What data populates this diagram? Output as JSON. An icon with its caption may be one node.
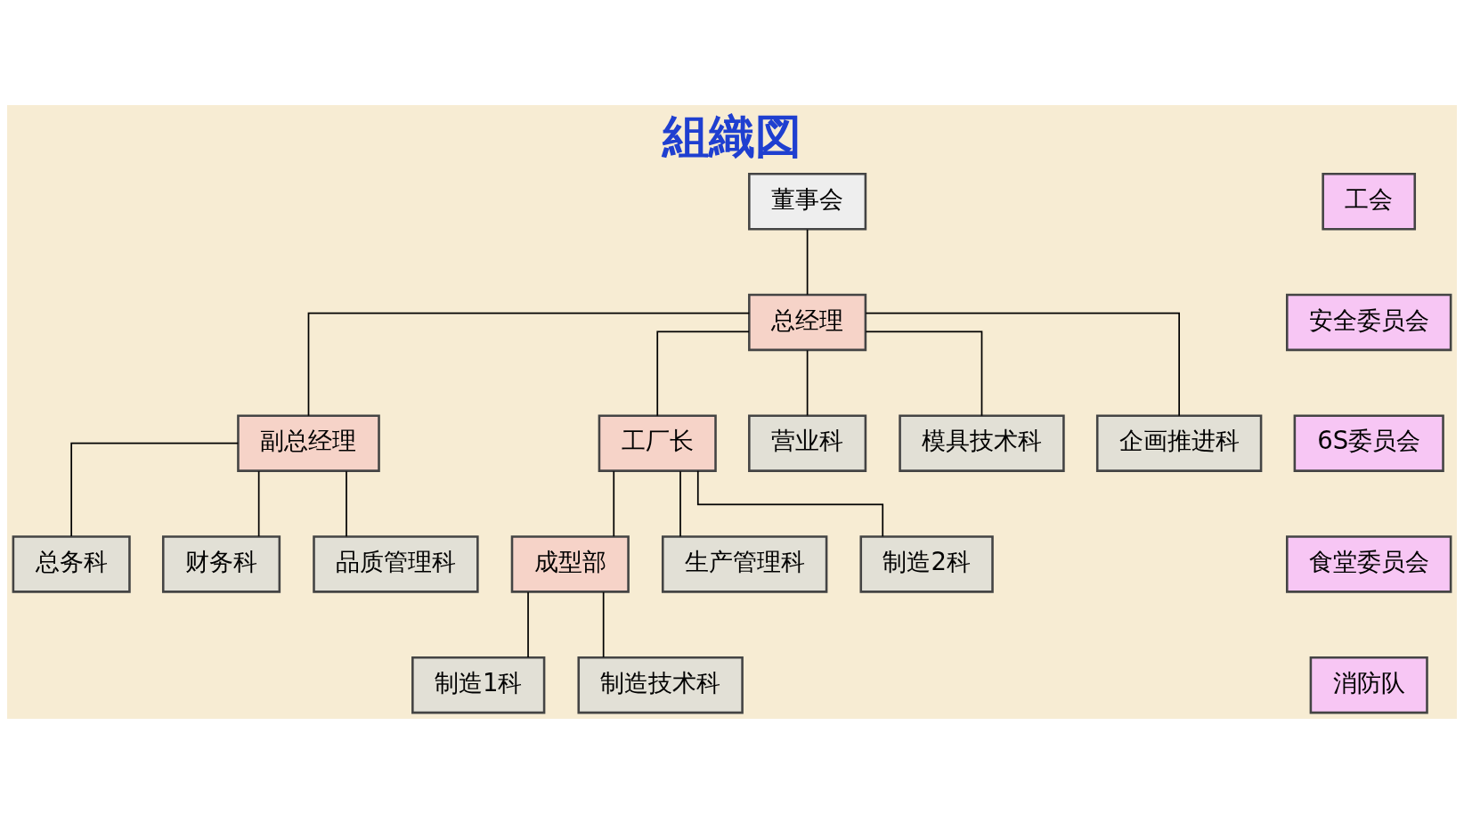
{
  "diagram": {
    "title": "組織図",
    "nodes": [
      {
        "text": [
          "董事会"
        ]
      },
      {
        "text": [
          "总经理"
        ]
      },
      {
        "text": [
          "副总经理"
        ]
      },
      {
        "text": [
          "工厂长"
        ]
      },
      {
        "text": [
          "成型部"
        ]
      },
      {
        "text": [
          "营业科"
        ]
      },
      {
        "text": [
          "模具技术科"
        ]
      },
      {
        "text": [
          "企画推进科"
        ]
      },
      {
        "text": [
          "总务科"
        ]
      },
      {
        "text": [
          "财务科"
        ]
      },
      {
        "text": [
          "品质管理科"
        ]
      },
      {
        "text": [
          "生产管理科"
        ]
      },
      {
        "text": [
          "制造2科"
        ]
      },
      {
        "text": [
          "制造1科"
        ]
      },
      {
        "text": [
          "制造技术科"
        ]
      },
      {
        "text": [
          "工会"
        ]
      },
      {
        "text": [
          "安全委员会"
        ]
      },
      {
        "text": [
          "6S委员会"
        ]
      },
      {
        "text": [
          "食堂委员会"
        ]
      },
      {
        "text": [
          "消防队"
        ]
      }
    ],
    "edges": [
      {
        "from": 0,
        "to": 1,
        "arrow": "none"
      },
      {
        "from": 1,
        "to": 5,
        "arrow": "none"
      },
      {
        "from": 1,
        "to": 6,
        "arrow": "none"
      },
      {
        "from": 1,
        "to": 7,
        "arrow": "none"
      },
      {
        "from": 1,
        "to": 2,
        "arrow": "none"
      },
      {
        "from": 1,
        "to": 3,
        "arrow": "none"
      },
      {
        "from": 2,
        "to": 8,
        "arrow": "none"
      },
      {
        "from": 2,
        "to": 9,
        "arrow": "none"
      },
      {
        "from": 2,
        "to": 10,
        "arrow": "none"
      },
      {
        "from": 3,
        "to": 11,
        "arrow": "none"
      },
      {
        "from": 3,
        "to": 12,
        "arrow": "none"
      },
      {
        "from": 3,
        "to": 4,
        "arrow": "none"
      },
      {
        "from": 4,
        "to": 13,
        "arrow": "none"
      },
      {
        "from": 4,
        "to": 14,
        "arrow": "none"
      }
    ]
  }
}
